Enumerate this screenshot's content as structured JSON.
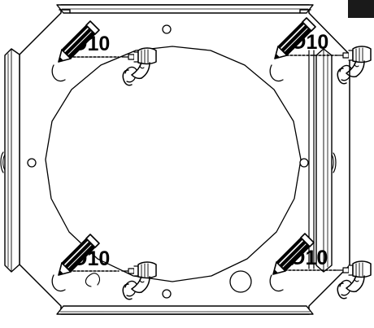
{
  "diagram": {
    "hole_callouts": [
      "Ø10",
      "Ø10",
      "Ø10",
      "Ø10"
    ],
    "colors": {
      "stroke": "#000000",
      "fill": "#ffffff",
      "marker": "#1a1a1a"
    },
    "icons": [
      "pencil-icon",
      "drill-icon"
    ]
  }
}
